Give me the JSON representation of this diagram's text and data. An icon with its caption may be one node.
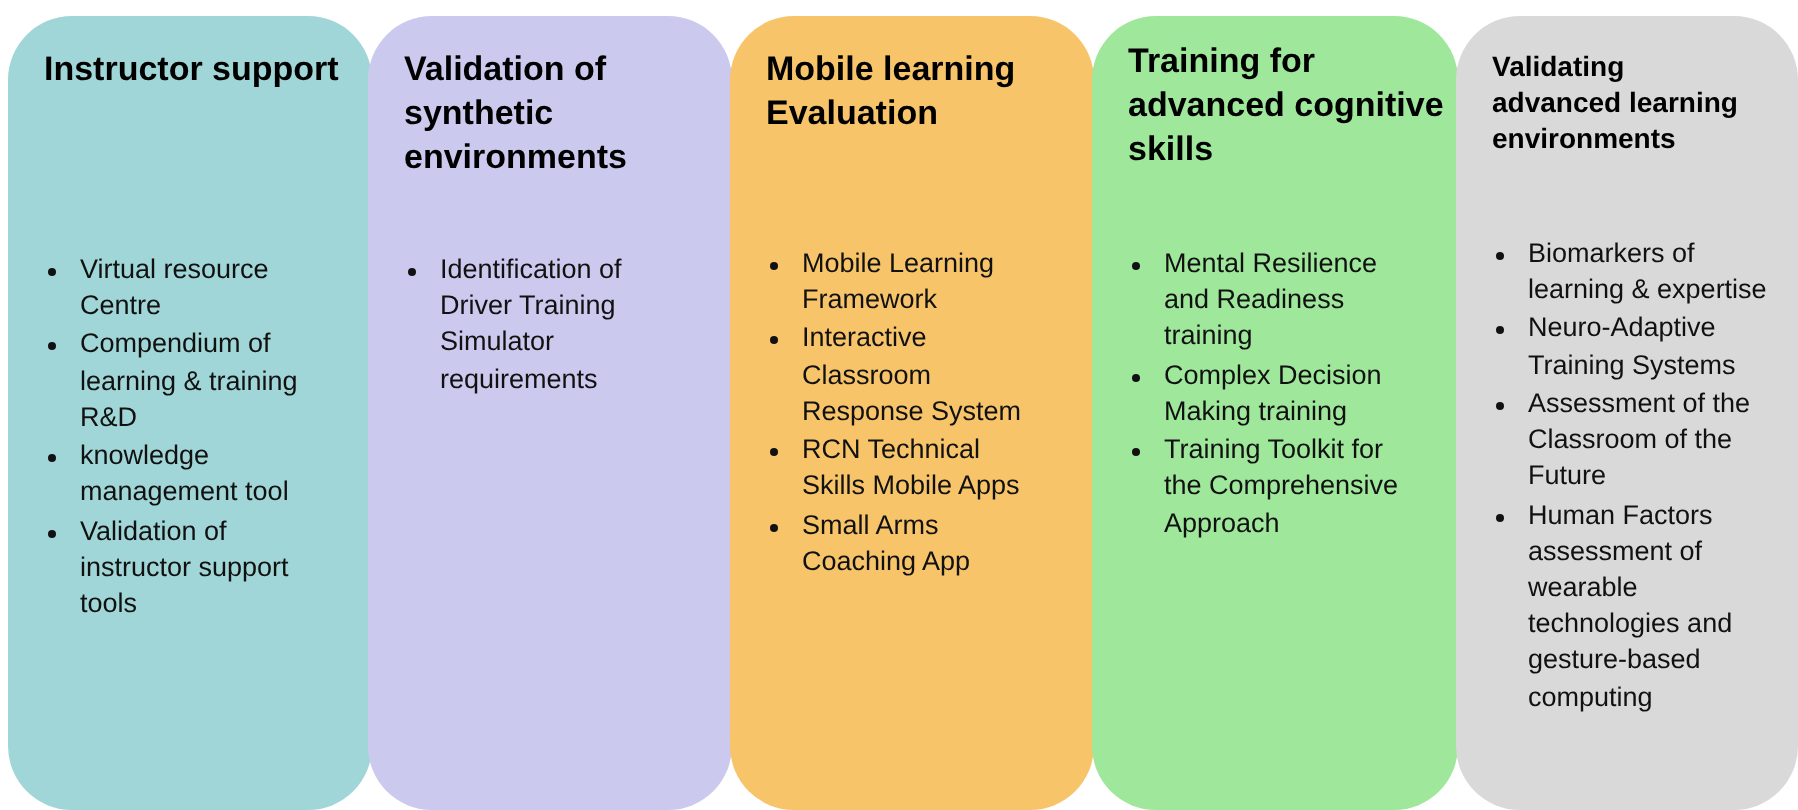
{
  "diagram": {
    "nodes": [
      {
        "text": [
          "Instructor support",
          "Virtual resource Centre",
          "Compendium of learning & training R&D",
          "knowledge management tool",
          "Validation of instructor support tools"
        ]
      },
      {
        "text": [
          "Validation of synthetic environments",
          "Identification of Driver Training Simulator requirements"
        ]
      },
      {
        "text": [
          "Mobile learning Evaluation",
          "Mobile Learning Framework",
          "Interactive Classroom Response System",
          "RCN Technical Skills Mobile Apps",
          "Small Arms Coaching App"
        ]
      },
      {
        "text": [
          "Training for advanced cognitive skills",
          "Mental Resilience and Readiness training",
          "Complex Decision Making training",
          "Training Toolkit for the Comprehensive Approach"
        ]
      },
      {
        "text": [
          "Validating advanced learning environments",
          "Biomarkers of learning & expertise",
          "Neuro-Adaptive Training Systems",
          "Assessment of the Classroom of the Future",
          "Human Factors assessment of wearable technologies and gesture-based computing"
        ]
      }
    ]
  }
}
